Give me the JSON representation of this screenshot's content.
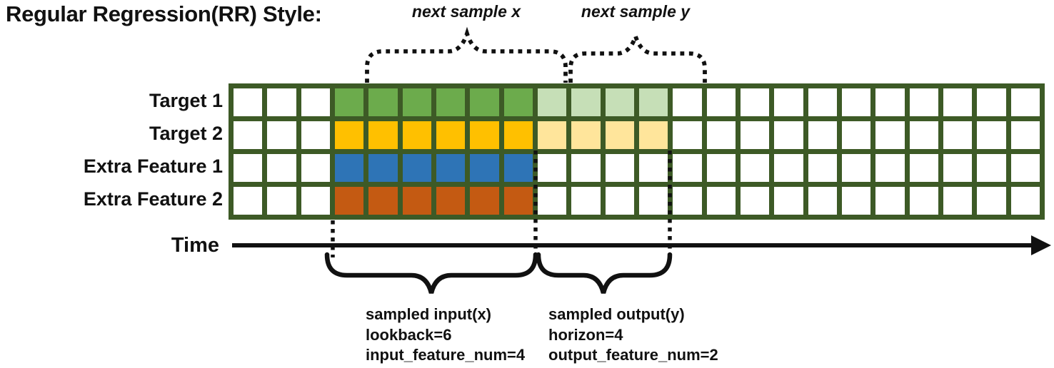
{
  "title": "Regular Regression(RR) Style:",
  "annotations": {
    "next_sample_x": "next sample x",
    "next_sample_y": "next sample y"
  },
  "time_axis": {
    "label": "Time"
  },
  "input_annotation": {
    "lines": [
      "sampled input(x)",
      "lookback=6",
      "input_feature_num=4"
    ]
  },
  "output_annotation": {
    "lines": [
      "sampled output(y)",
      "horizon=4",
      "output_feature_num=2"
    ]
  },
  "sampling_params": {
    "lookback": 6,
    "horizon": 4,
    "input_feature_num": 4,
    "output_feature_num": 2
  },
  "colors": {
    "grid_border": "#3D5A26",
    "dark_green": "#6CAB4C",
    "light_green": "#C6DFB7",
    "gold": "#FFC000",
    "light_gold": "#FFE59B",
    "blue": "#2E74B6",
    "orange": "#C45A12",
    "white": "#FFFFFF",
    "ink": "#111111"
  },
  "grid": {
    "columns": 24,
    "rows": [
      {
        "label": "Target 1",
        "segments": [
          {
            "count": 3,
            "color": "white"
          },
          {
            "count": 6,
            "color": "dark_green"
          },
          {
            "count": 4,
            "color": "light_green"
          },
          {
            "count": 11,
            "color": "white"
          }
        ]
      },
      {
        "label": "Target 2",
        "segments": [
          {
            "count": 3,
            "color": "white"
          },
          {
            "count": 6,
            "color": "gold"
          },
          {
            "count": 4,
            "color": "light_gold"
          },
          {
            "count": 11,
            "color": "white"
          }
        ]
      },
      {
        "label": "Extra Feature 1",
        "segments": [
          {
            "count": 3,
            "color": "white"
          },
          {
            "count": 6,
            "color": "blue"
          },
          {
            "count": 15,
            "color": "white"
          }
        ]
      },
      {
        "label": "Extra Feature 2",
        "segments": [
          {
            "count": 3,
            "color": "white"
          },
          {
            "count": 6,
            "color": "orange"
          },
          {
            "count": 15,
            "color": "white"
          }
        ]
      }
    ]
  }
}
